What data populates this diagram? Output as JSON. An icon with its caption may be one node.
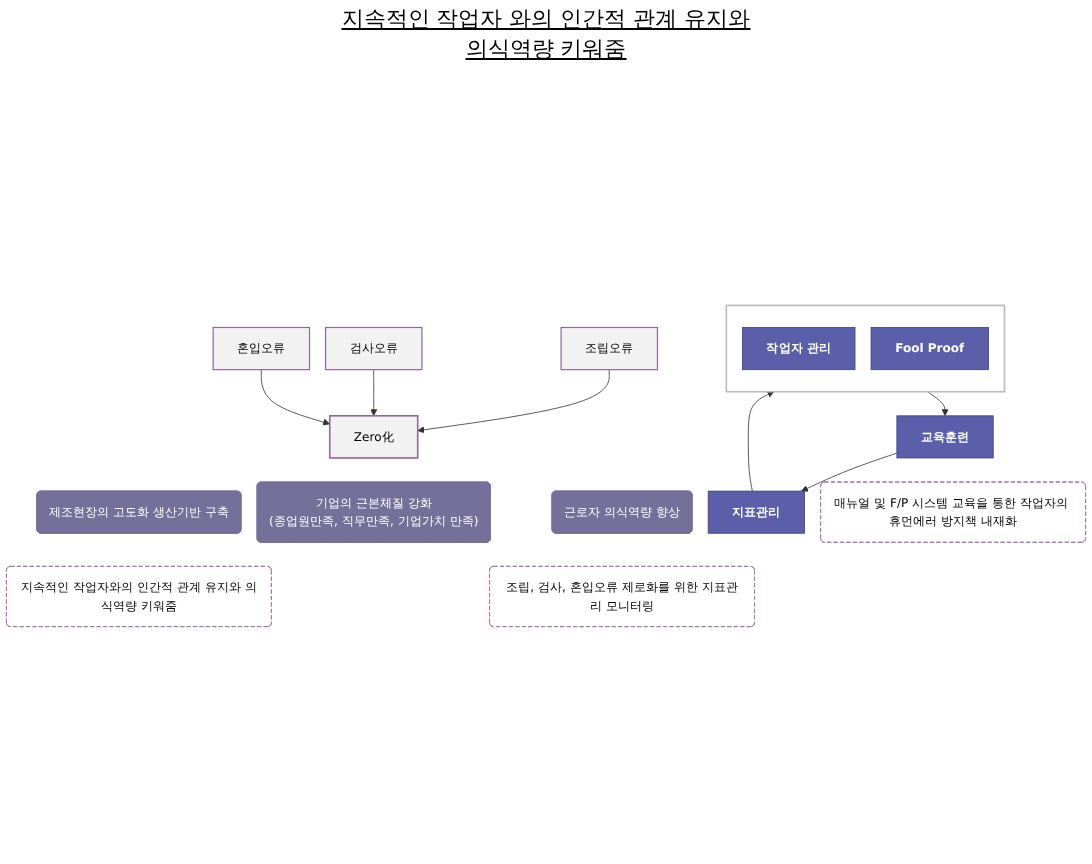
{
  "diagram": {
    "nodes": [
      {
        "text": [
          "조립오류"
        ]
      },
      {
        "text": [
          "검사오류"
        ]
      },
      {
        "text": [
          "혼입오류"
        ]
      },
      {
        "text": [
          "Zero化"
        ]
      },
      {
        "text": [
          "제조현장의 고도화 생산기반 구축"
        ]
      },
      {
        "text": [
          "기업의 근본체질 강화",
          "(종업원만족, 직무만족, 기업가치 만족)"
        ]
      },
      {
        "text": [
          "근로자 의식역량 향상"
        ]
      },
      {
        "text": [
          "지속적인 작업자와의 인간적 관계 유지와 의식역량 키워줌"
        ]
      },
      {
        "text": [
          "조립, 검사, 혼입오류 제로화를 위한 지표관리 모니터링"
        ]
      },
      {
        "text": [],
        "shape": "box"
      },
      {
        "text": [
          "작업자 관리"
        ],
        "in": 9
      },
      {
        "text": [
          "Fool Proof"
        ],
        "in": 9
      },
      {
        "text": [
          "교육훈련"
        ]
      },
      {
        "text": [
          "지표관리"
        ]
      },
      {
        "text": [
          "매뉴얼 및 F/P 시스템 교육을 통한 작업자의 휴먼에러 방지책 내재화"
        ]
      }
    ],
    "edges": [
      {
        "from": 0,
        "to": 3,
        "arrow": "to"
      },
      {
        "from": 1,
        "to": 3,
        "arrow": "to"
      },
      {
        "from": 2,
        "to": 3,
        "arrow": "to"
      },
      {
        "from": 9,
        "to": 12,
        "arrow": "to"
      },
      {
        "from": 12,
        "to": 13,
        "arrow": "to"
      },
      {
        "from": 13,
        "to": 9,
        "arrow": "to"
      }
    ],
    "labels": [
      "지속적인 작업자 와의 인간적 관계 유지와 의식역량 키워줌"
    ]
  }
}
